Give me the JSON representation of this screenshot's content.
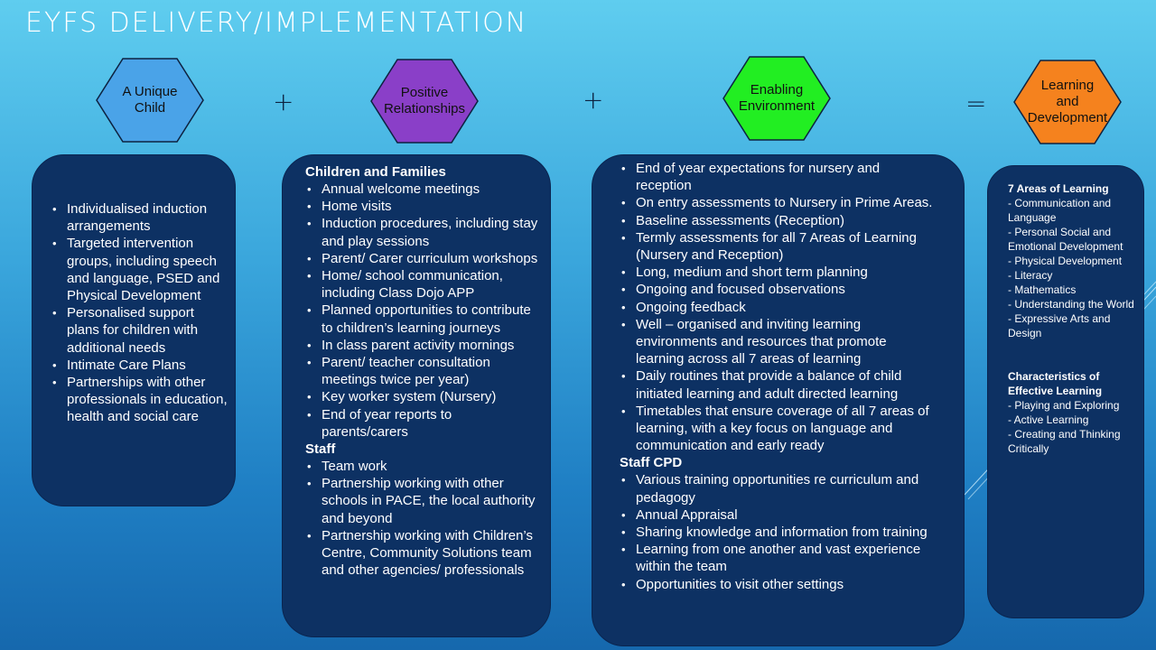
{
  "title": "EYFS DELIVERY/IMPLEMENTATION",
  "colors": {
    "hex1": "#4aa3e8",
    "hex2": "#8a3fc8",
    "hex3": "#22ee22",
    "hex4": "#f5821e",
    "card": "#0d3163"
  },
  "hexagons": [
    {
      "label": "A Unique\nChild"
    },
    {
      "label": "Positive\nRelationships"
    },
    {
      "label": "Enabling\nEnvironment"
    },
    {
      "label": "Learning\nand\nDevelopment"
    }
  ],
  "operators": [
    "+",
    "+",
    "="
  ],
  "card1": {
    "items": [
      "Individualised induction arrangements",
      "Targeted intervention groups, including speech and language, PSED and Physical Development",
      "Personalised support plans for children with additional needs",
      "Intimate Care Plans",
      "Partnerships with other professionals in education, health and social care"
    ]
  },
  "card2": {
    "heading1": "Children and Families",
    "items1": [
      "Annual welcome meetings",
      "Home visits",
      "Induction procedures, including stay and play sessions",
      "Parent/ Carer curriculum workshops",
      "Home/ school communication, including Class Dojo APP",
      "Planned opportunities to contribute to children’s learning journeys",
      "In class parent activity mornings",
      "Parent/ teacher consultation meetings twice per year)",
      "Key worker system (Nursery)",
      "End of year reports to parents/carers"
    ],
    "heading2": "Staff",
    "items2": [
      "Team work",
      "Partnership working with other schools in PACE, the local authority and beyond",
      "Partnership working with Children’s Centre, Community Solutions team and other agencies/ professionals"
    ]
  },
  "card3": {
    "items1": [
      "End of year expectations for nursery and reception",
      "On entry assessments to Nursery in Prime Areas.",
      "Baseline assessments (Reception)",
      "Termly assessments for all 7 Areas of Learning (Nursery and Reception)",
      "Long, medium and short term planning",
      "Ongoing and focused observations",
      "Ongoing feedback",
      "Well – organised and inviting learning environments and resources that promote learning across all 7 areas of learning",
      "Daily routines that provide a balance of child initiated learning and adult directed learning",
      "Timetables that ensure coverage of all 7 areas of learning, with a key focus on language and communication and early ready"
    ],
    "heading2": "Staff CPD",
    "items2": [
      "Various training opportunities re curriculum and pedagogy",
      "Annual Appraisal",
      "Sharing knowledge and information from training",
      "Learning from one another and vast experience within the team",
      "Opportunities to visit other settings"
    ]
  },
  "card4": {
    "heading1": "7 Areas of Learning",
    "lines1": [
      "- Communication and Language",
      "- Personal Social and Emotional Development",
      "- Physical Development",
      "- Literacy",
      "- Mathematics",
      "- Understanding the World",
      "- Expressive Arts and Design"
    ],
    "heading2": "Characteristics of Effective Learning",
    "lines2": [
      "- Playing and Exploring",
      "- Active Learning",
      "- Creating and Thinking Critically"
    ]
  }
}
